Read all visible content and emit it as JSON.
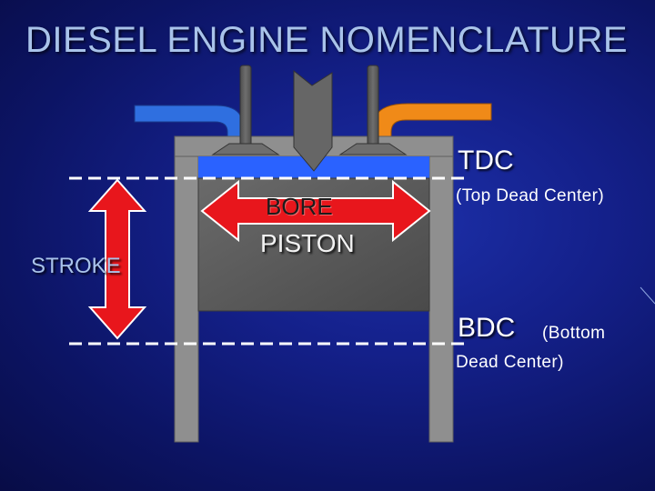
{
  "title": "DIESEL ENGINE NOMENCLATURE",
  "labels": {
    "tdc": "TDC",
    "tdc_full": "(Top Dead Center)",
    "bdc": "BDC",
    "bdc_full_line1": "(Bottom",
    "bdc_full_line2": "Dead Center)",
    "stroke": "STROKE",
    "bore": "BORE",
    "piston": "PISTON"
  },
  "colors": {
    "background": "#14208a",
    "title": "#a9c3ea",
    "cylinder": "#8f8f8f",
    "piston": "#5a5a5a",
    "combustion": "#2a62ff",
    "intake": "#2f6fe0",
    "exhaust": "#f08a18",
    "arrow": "#e8161c",
    "dashed_line": "#ffffff"
  }
}
